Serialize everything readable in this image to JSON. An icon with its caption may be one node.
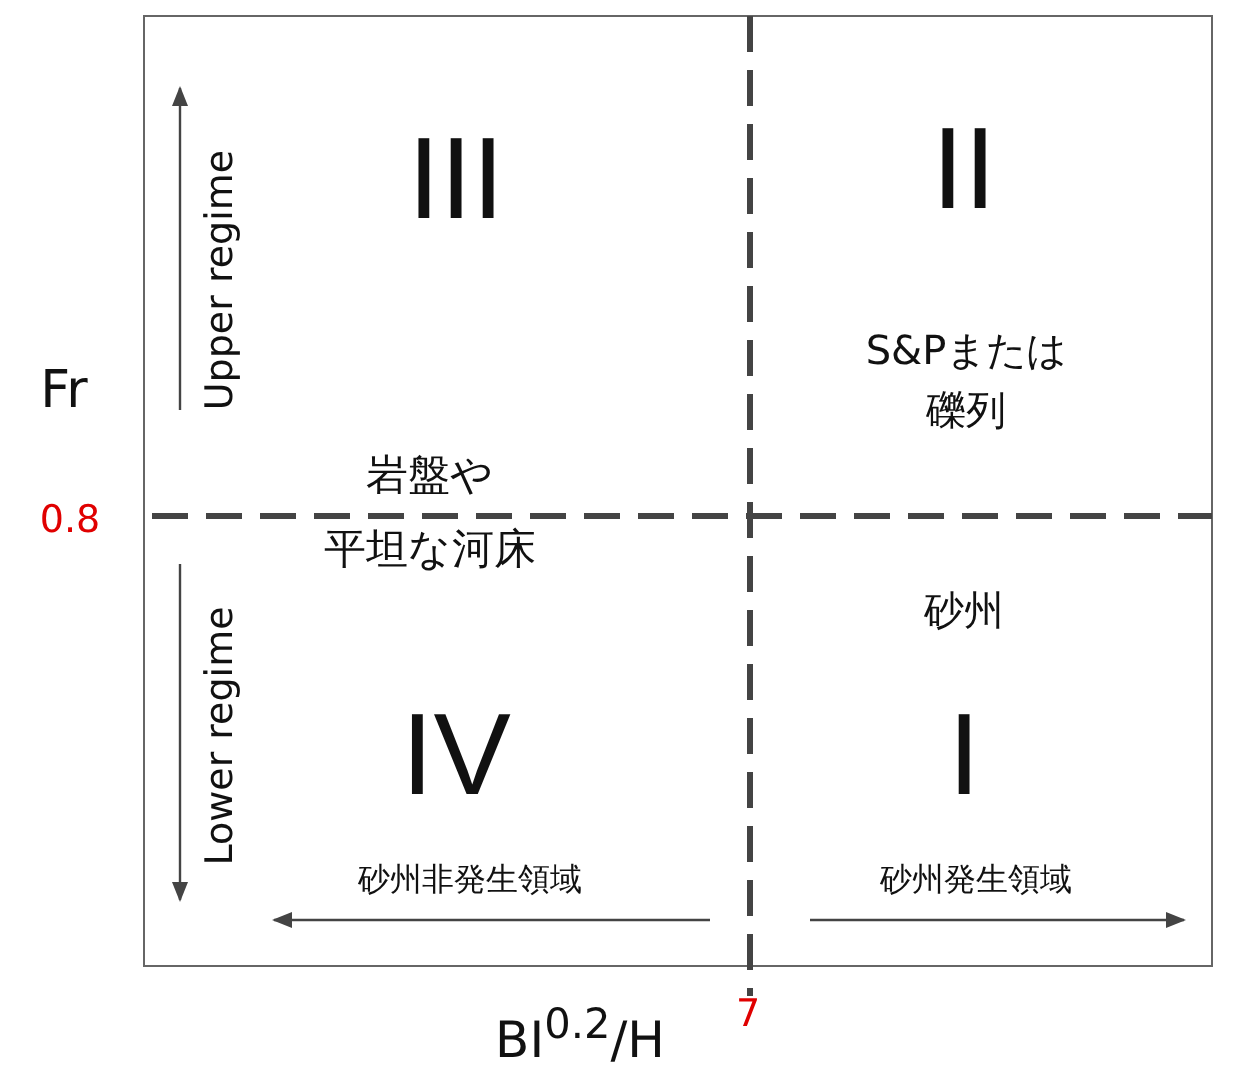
{
  "diagram": {
    "labels": [
      "III",
      "II",
      "Upper regime",
      "Fr",
      "S&Pまたは礫列",
      "0.8",
      "岩盤や平坦な河床",
      "砂州",
      "Lower regime",
      "IV",
      "I",
      "砂州非発生領域",
      "砂州発生領域",
      "BI$^{0.2}$/H",
      "7"
    ]
  }
}
